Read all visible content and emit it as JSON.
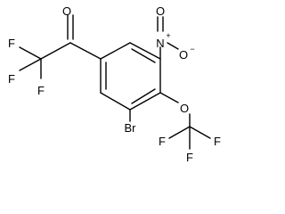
{
  "molecule": {
    "atoms": {
      "o_ketone": "O",
      "n_nitro": "N",
      "n_charge": "+",
      "o_nitro": "O",
      "o_nitro_charge": "−",
      "f_cf3_1": "F",
      "f_cf3_2": "F",
      "f_cf3_3": "F",
      "br": "Br",
      "o_ether": "O",
      "f_ocf3_1": "F",
      "f_ocf3_2": "F",
      "f_ocf3_3": "F"
    }
  },
  "colors": {
    "ink": "#000000",
    "background": "#ffffff"
  }
}
